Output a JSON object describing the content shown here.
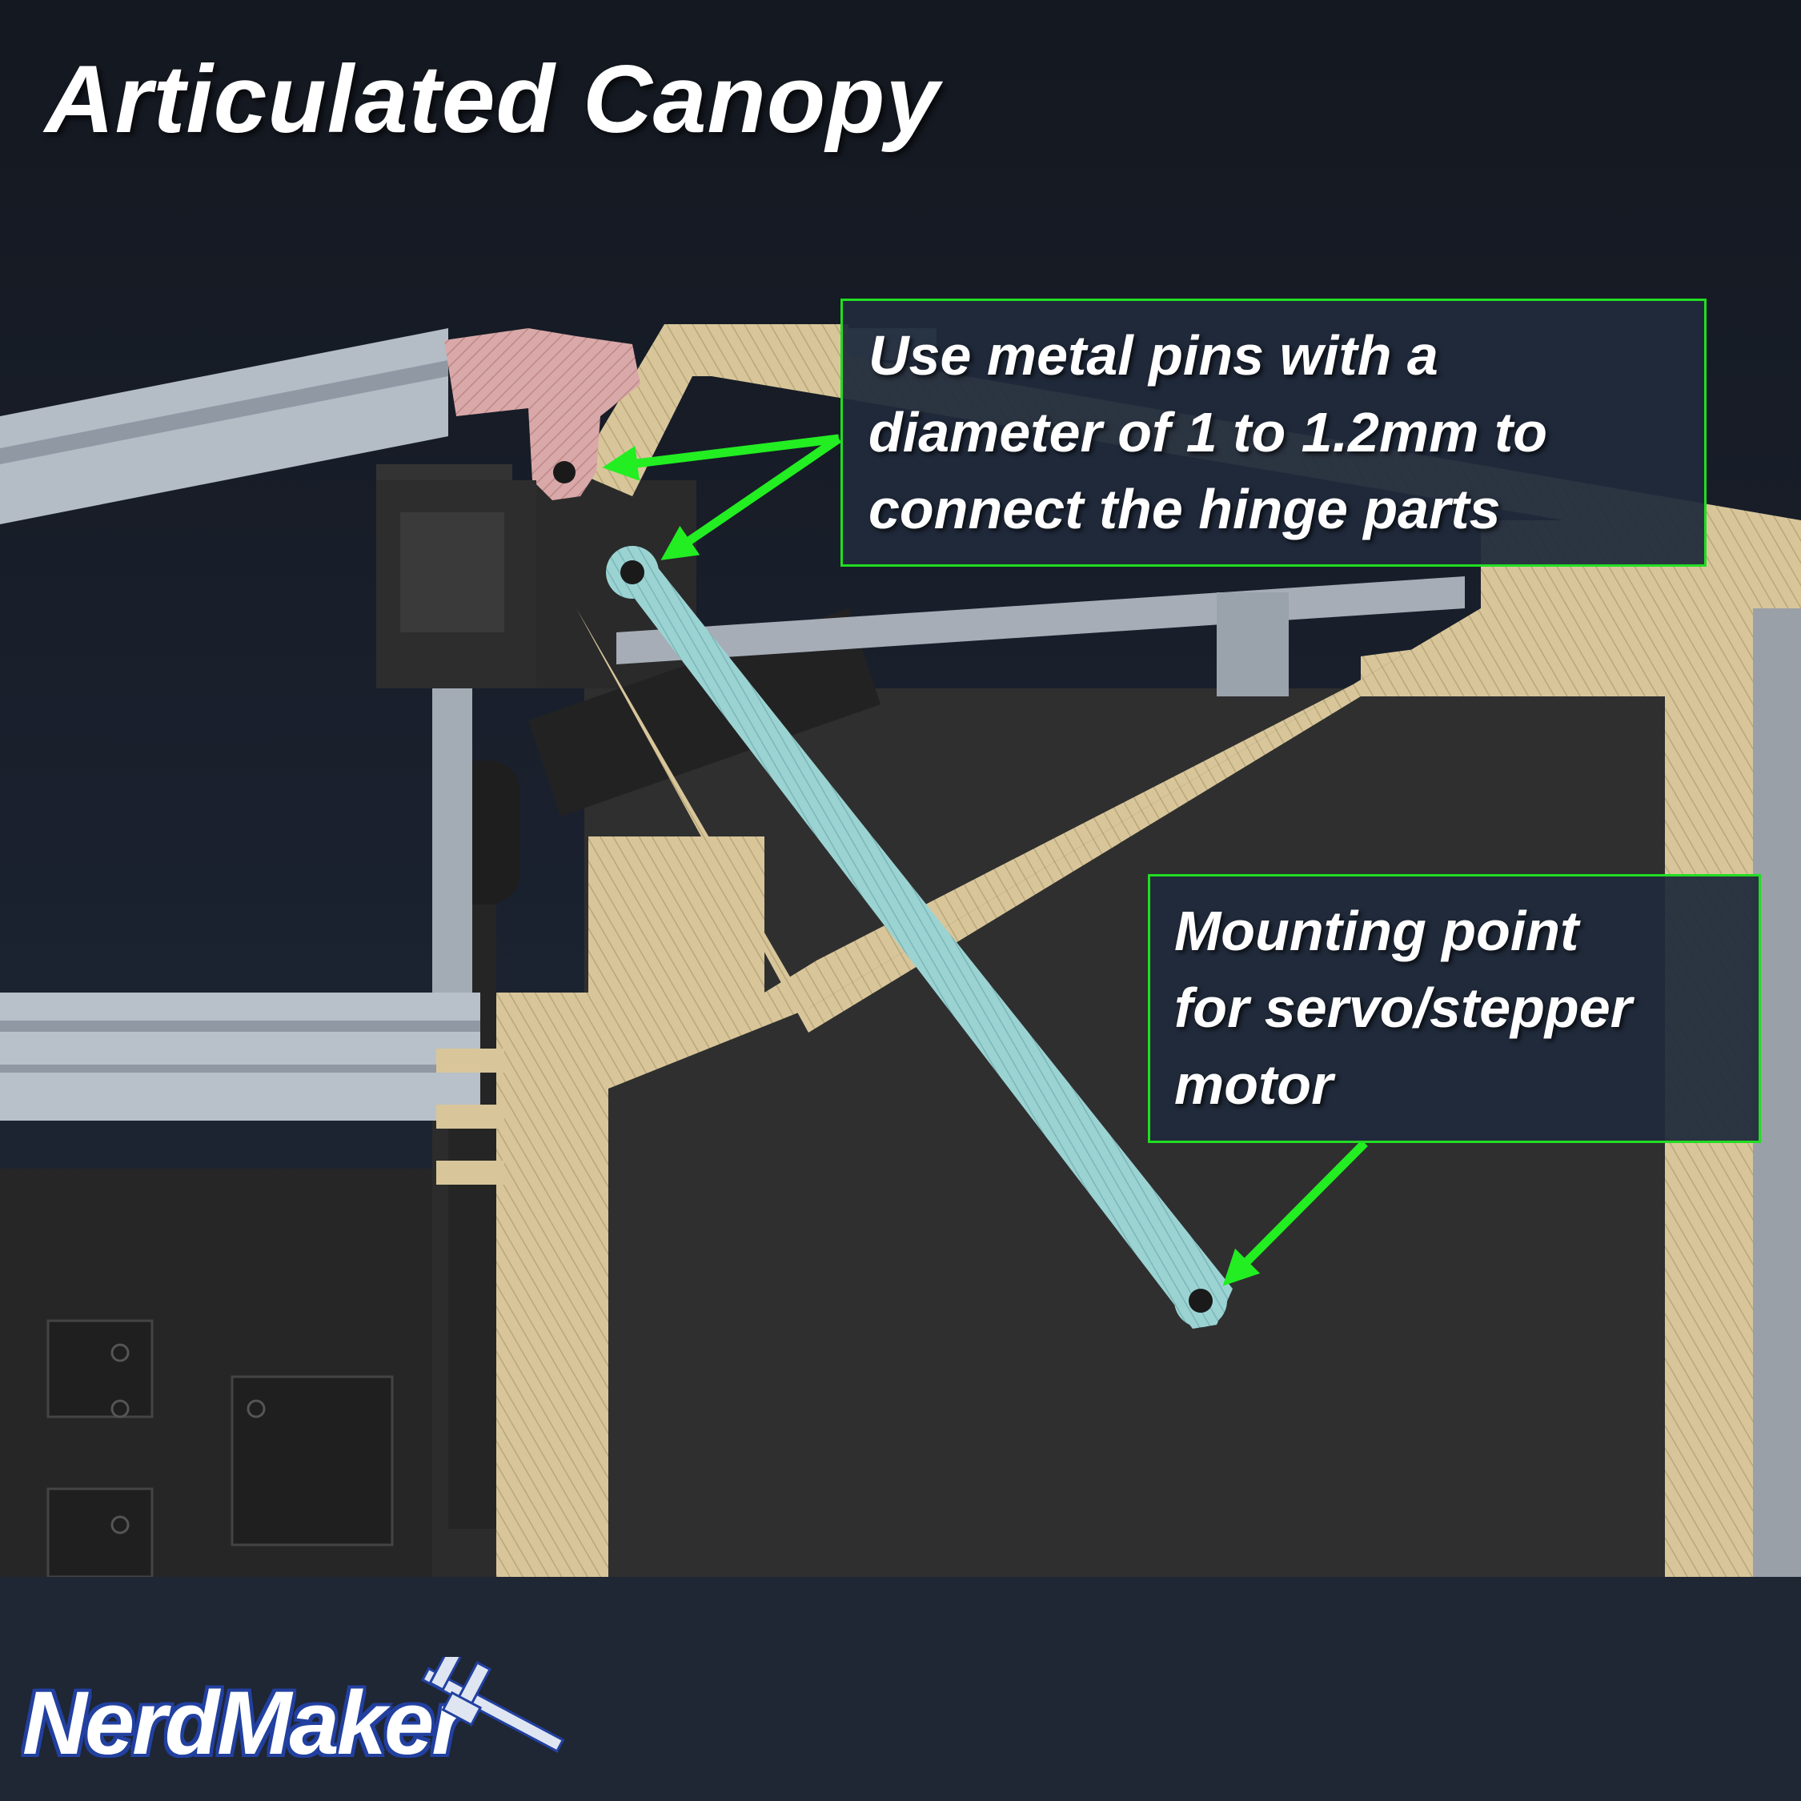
{
  "title": "Articulated Canopy",
  "callouts": {
    "pins": [
      "Use metal pins with a",
      "diameter of 1 to 1.2mm to",
      "connect the hinge parts"
    ],
    "mount": [
      "Mounting point",
      "for servo/stepper",
      "motor"
    ]
  },
  "logo": {
    "text": "NerdMaker",
    "icon": "caliper-icon"
  },
  "colors": {
    "arrow": "#22ee22",
    "callout_border": "#22dd22",
    "frame_tan": "#d8c69a",
    "link_arm": "#9bd3d3",
    "hinge_pink": "#d9a8a8",
    "dark_parts": "#2b2b2b",
    "rails": "#b4bcc6"
  }
}
